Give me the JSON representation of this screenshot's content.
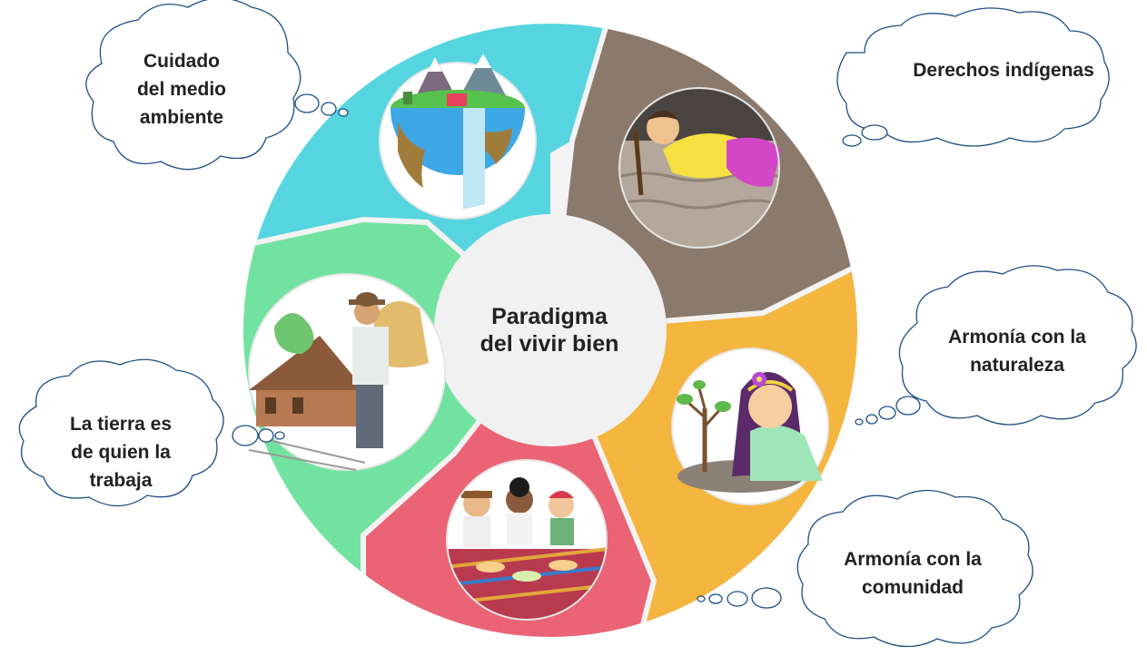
{
  "center": {
    "lines": [
      "Paradigma",
      "del vivir bien"
    ]
  },
  "clouds": [
    {
      "lines": [
        "Cuidado",
        "del medio",
        "ambiente"
      ]
    },
    {
      "lines": [
        "Derechos indígenas"
      ]
    },
    {
      "lines": [
        "Armonía con la",
        "naturaleza"
      ]
    },
    {
      "lines": [
        "La tierra es",
        "de quien la",
        "trabaja"
      ]
    },
    {
      "lines": [
        "Armonía con la",
        "comunidad"
      ]
    }
  ],
  "segments": [
    {
      "theme": "environment",
      "color": "#56d5e0",
      "picture": "earth-waterfall-illustration"
    },
    {
      "theme": "indigenous-rights",
      "color": "#8b7a6c",
      "picture": "woman-farming-soil-illustration"
    },
    {
      "theme": "harmony-nature",
      "color": "#f4b63f",
      "picture": "girl-planting-tree-illustration"
    },
    {
      "theme": "harmony-community",
      "color": "#ea6476",
      "picture": "children-sharing-meal-illustration"
    },
    {
      "theme": "land-work",
      "color": "#72e2a0",
      "picture": "farmer-carrying-wheat-illustration"
    }
  ],
  "colors": {
    "hub": "#f1f1f1",
    "outline": "#1e4f85",
    "text": "#222222"
  }
}
